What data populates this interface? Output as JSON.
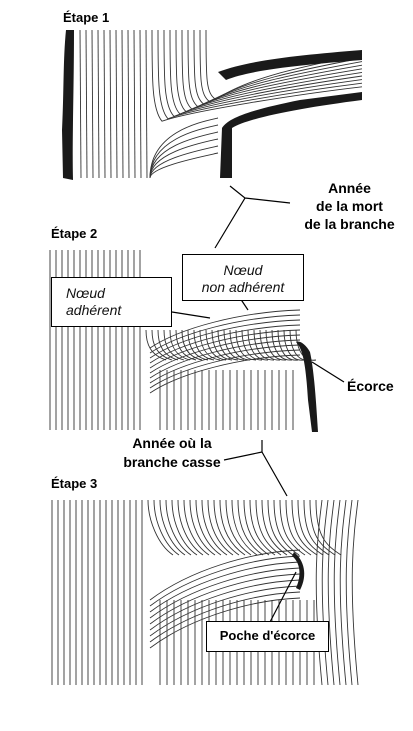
{
  "stages": {
    "stage1": "Étape 1",
    "stage2": "Étape 2",
    "stage3": "Étape 3"
  },
  "annotations": {
    "branch_death_line1": "Année",
    "branch_death_line2": "de la mort",
    "branch_death_line3": "de la branche",
    "branch_break_line1": "Année où la",
    "branch_break_line2": "branche casse",
    "bark": "Écorce"
  },
  "boxes": {
    "adherent_line1": "Nœud",
    "adherent_line2": "adhérent",
    "non_adherent_line1": "Nœud",
    "non_adherent_line2": "non adhérent",
    "bark_pocket": "Poche d'écorce"
  },
  "colors": {
    "ink": "#000000",
    "grain": "#333333",
    "bark_fill": "#1a1a1a"
  }
}
